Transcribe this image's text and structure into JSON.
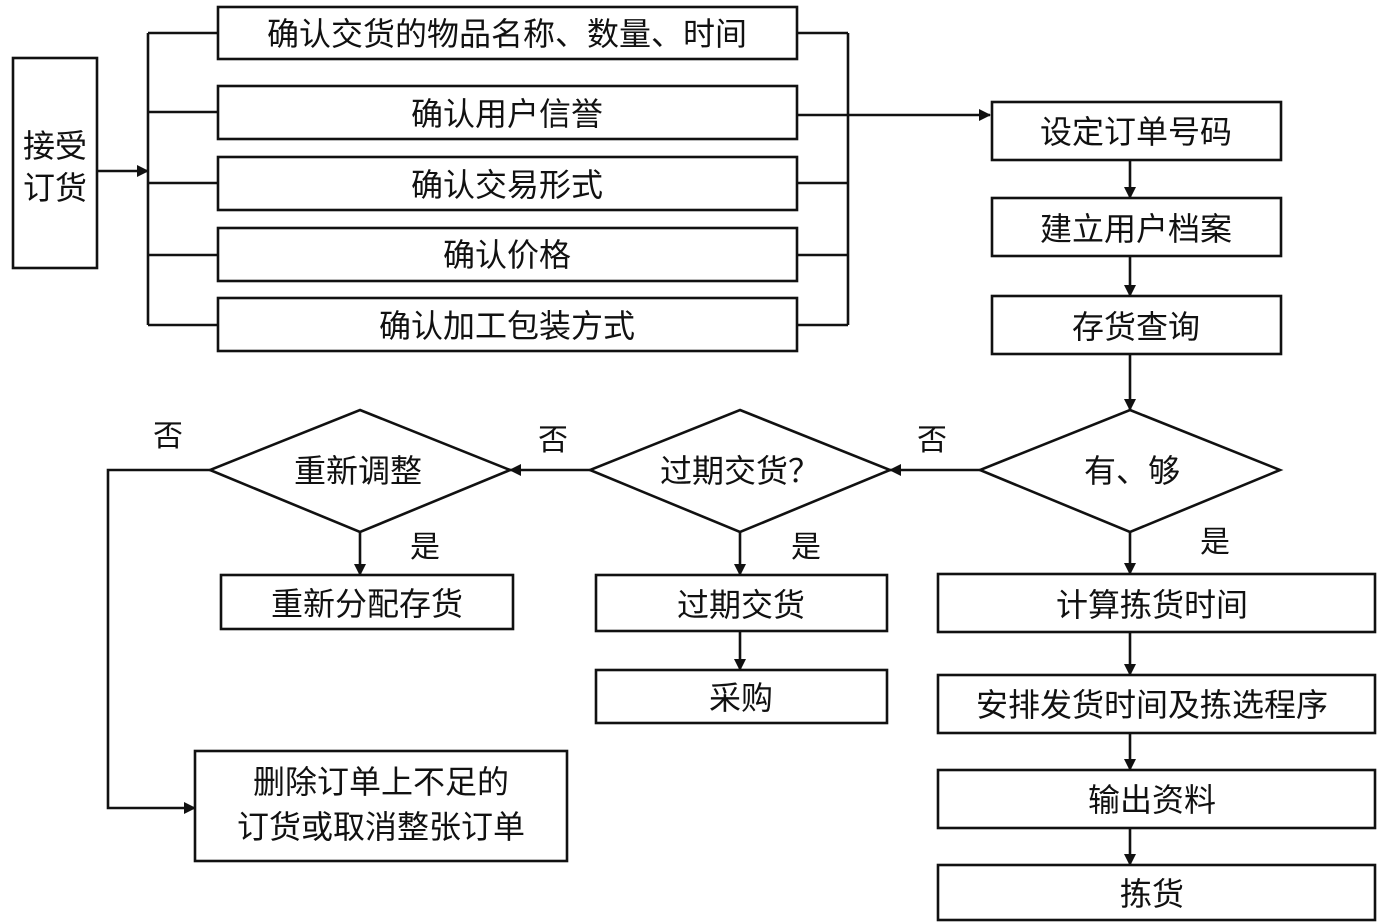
{
  "nodes": {
    "receive_order": [
      "接受",
      "订货"
    ],
    "confirm_items": "确认交货的物品名称、数量、时间",
    "confirm_credit": "确认用户信誉",
    "confirm_trade": "确认交易形式",
    "confirm_price": "确认价格",
    "confirm_pack": "确认加工包装方式",
    "set_order_no": "设定订单号码",
    "create_file": "建立用户档案",
    "stock_query": "存货查询",
    "have_enough": "有、够",
    "overdue_q": "过期交货？",
    "readjust": "重新调整",
    "calc_pick_time": "计算拣货时间",
    "overdue_delivery": "过期交货",
    "purchase": "采购",
    "reallocate": "重新分配存货",
    "schedule": "安排发货时间及拣选程序",
    "output": "输出资料",
    "pick": "拣货",
    "delete_order": [
      "删除订单上不足的",
      "订货或取消整张订单"
    ]
  },
  "labels": {
    "no": "否",
    "yes": "是"
  }
}
